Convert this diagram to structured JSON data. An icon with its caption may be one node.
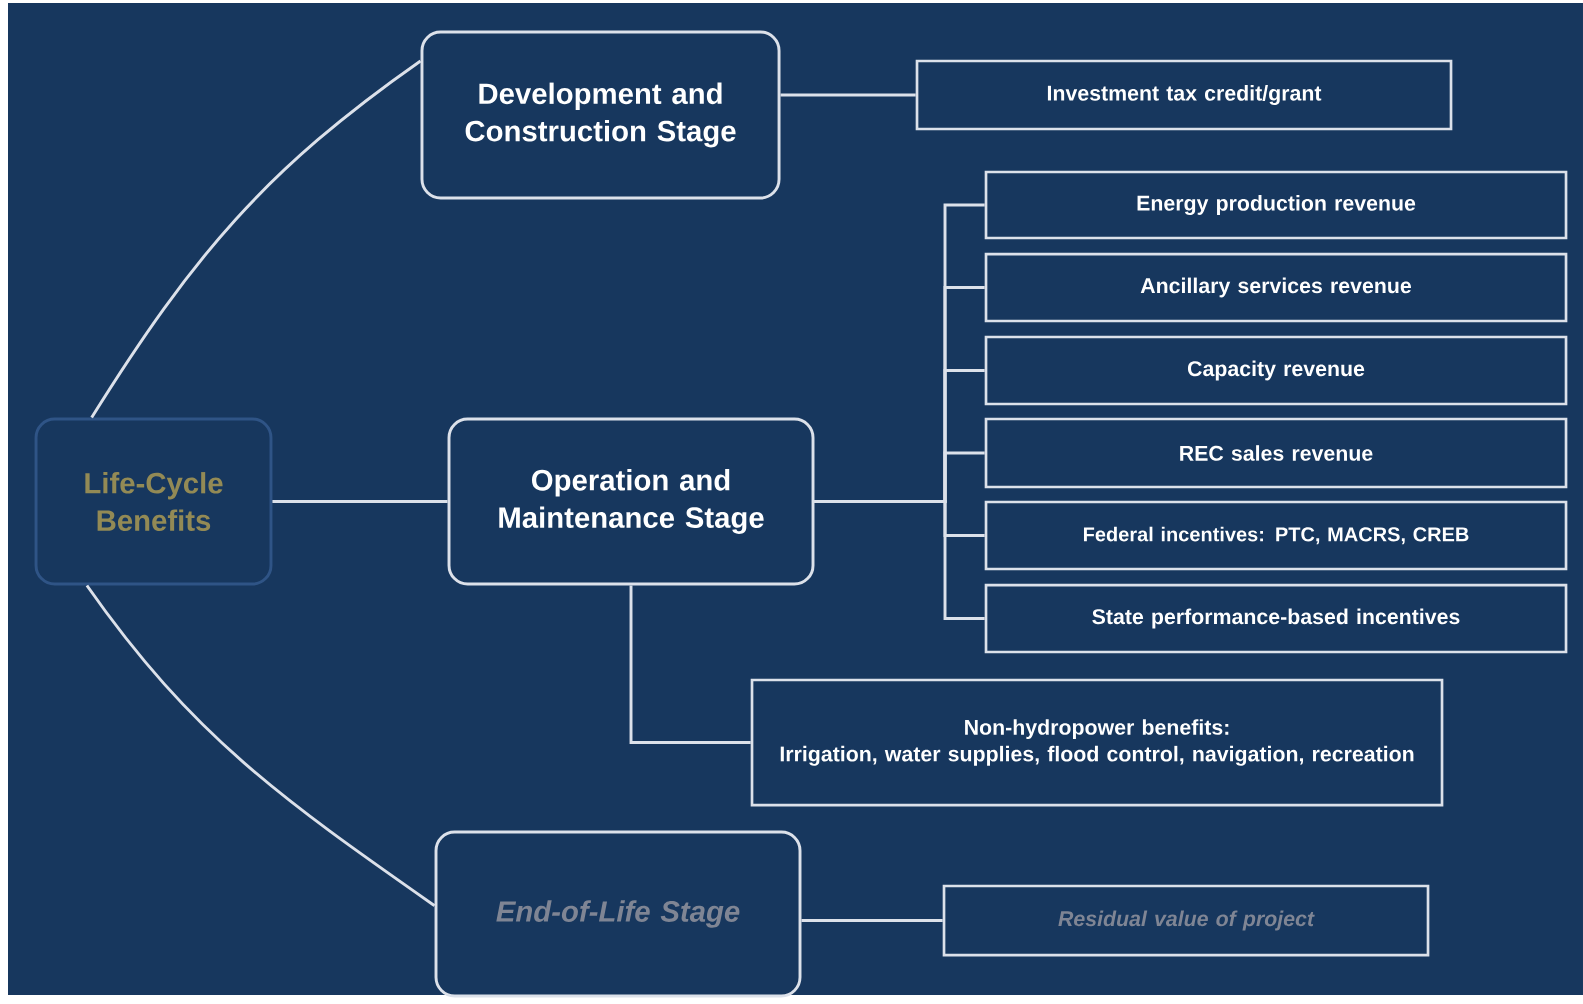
{
  "diagram": {
    "nodes": [
      {
        "text": [
          "Life-Cycle Benefits"
        ]
      },
      {
        "text": [
          "Development and Construction Stage"
        ]
      },
      {
        "text": [
          "Investment tax credit/grant"
        ]
      },
      {
        "text": [
          "Operation and Maintenance Stage"
        ]
      },
      {
        "text": [
          "Energy production revenue"
        ]
      },
      {
        "text": [
          "Ancillary services revenue"
        ]
      },
      {
        "text": [
          "Capacity revenue"
        ]
      },
      {
        "text": [
          "REC sales revenue"
        ]
      },
      {
        "text": [
          "Federal incentives: PTC, MACRS, CREB"
        ]
      },
      {
        "text": [
          "State performance-based incentives"
        ]
      },
      {
        "text": [
          "Non-hydropower benefits:",
          "Irrigation, water supplies, flood control, navigation, recreation"
        ]
      },
      {
        "text": [
          "End-of-Life Stage"
        ]
      },
      {
        "text": [
          "Residual value of project"
        ]
      }
    ],
    "edges": [
      {
        "from": 0,
        "to": 1,
        "arrow": "none"
      },
      {
        "from": 0,
        "to": 3,
        "arrow": "none"
      },
      {
        "from": 0,
        "to": 11,
        "arrow": "none"
      },
      {
        "from": 1,
        "to": 2,
        "arrow": "none"
      },
      {
        "from": 3,
        "to": 4,
        "arrow": "none"
      },
      {
        "from": 3,
        "to": 5,
        "arrow": "none"
      },
      {
        "from": 3,
        "to": 6,
        "arrow": "none"
      },
      {
        "from": 3,
        "to": 7,
        "arrow": "none"
      },
      {
        "from": 3,
        "to": 8,
        "arrow": "none"
      },
      {
        "from": 3,
        "to": 9,
        "arrow": "none"
      },
      {
        "from": 3,
        "to": 10,
        "arrow": "none"
      },
      {
        "from": 11,
        "to": 12,
        "arrow": "none"
      }
    ]
  }
}
